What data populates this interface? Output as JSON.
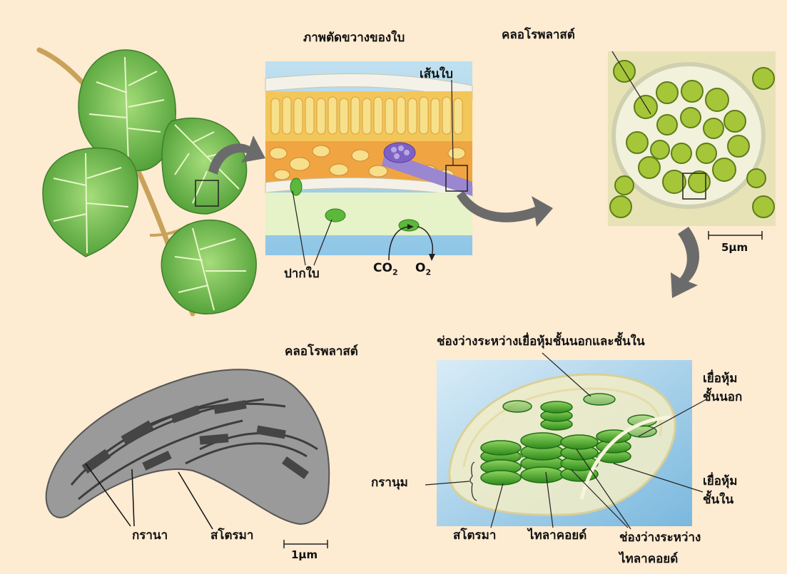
{
  "labels": {
    "leaf_cross_section_title": "ภาพตัดขวางของใบ",
    "vein": "เส้นใบ",
    "stomata": "ปากใบ",
    "co2": "CO",
    "co2_sub": "2",
    "o2": "O",
    "o2_sub": "2",
    "chloroplast_top": "คลอโรพลาสต์",
    "scale_5um": "5µm",
    "chloroplast_mid": "คลอโรพลาสต์",
    "intermembrane_space": "ช่องว่างระหว่างเยื่อหุ้มชั้นนอกและชั้นใน",
    "outer_membrane_line1": "เยื่อหุ้ม",
    "outer_membrane_line2": "ชั้นนอก",
    "inner_membrane_line1": "เยื่อหุ้ม",
    "inner_membrane_line2": "ชั้นใน",
    "granum": "กรานุม",
    "stroma_right": "สโตรมา",
    "thylakoid": "ไทลาคอยด์",
    "thylakoid_space_line1": "ช่องว่างระหว่าง",
    "thylakoid_space_line2": "ไทลาคอยด์",
    "grana": "กรานา",
    "stroma_left": "สโตรมา",
    "scale_1um": "1µm"
  },
  "colors": {
    "background": "#fdebd2",
    "leaf_green": "#7cc352",
    "arrow_gray": "#6b6b6b",
    "chloroplast_green": "#3f9e24"
  }
}
